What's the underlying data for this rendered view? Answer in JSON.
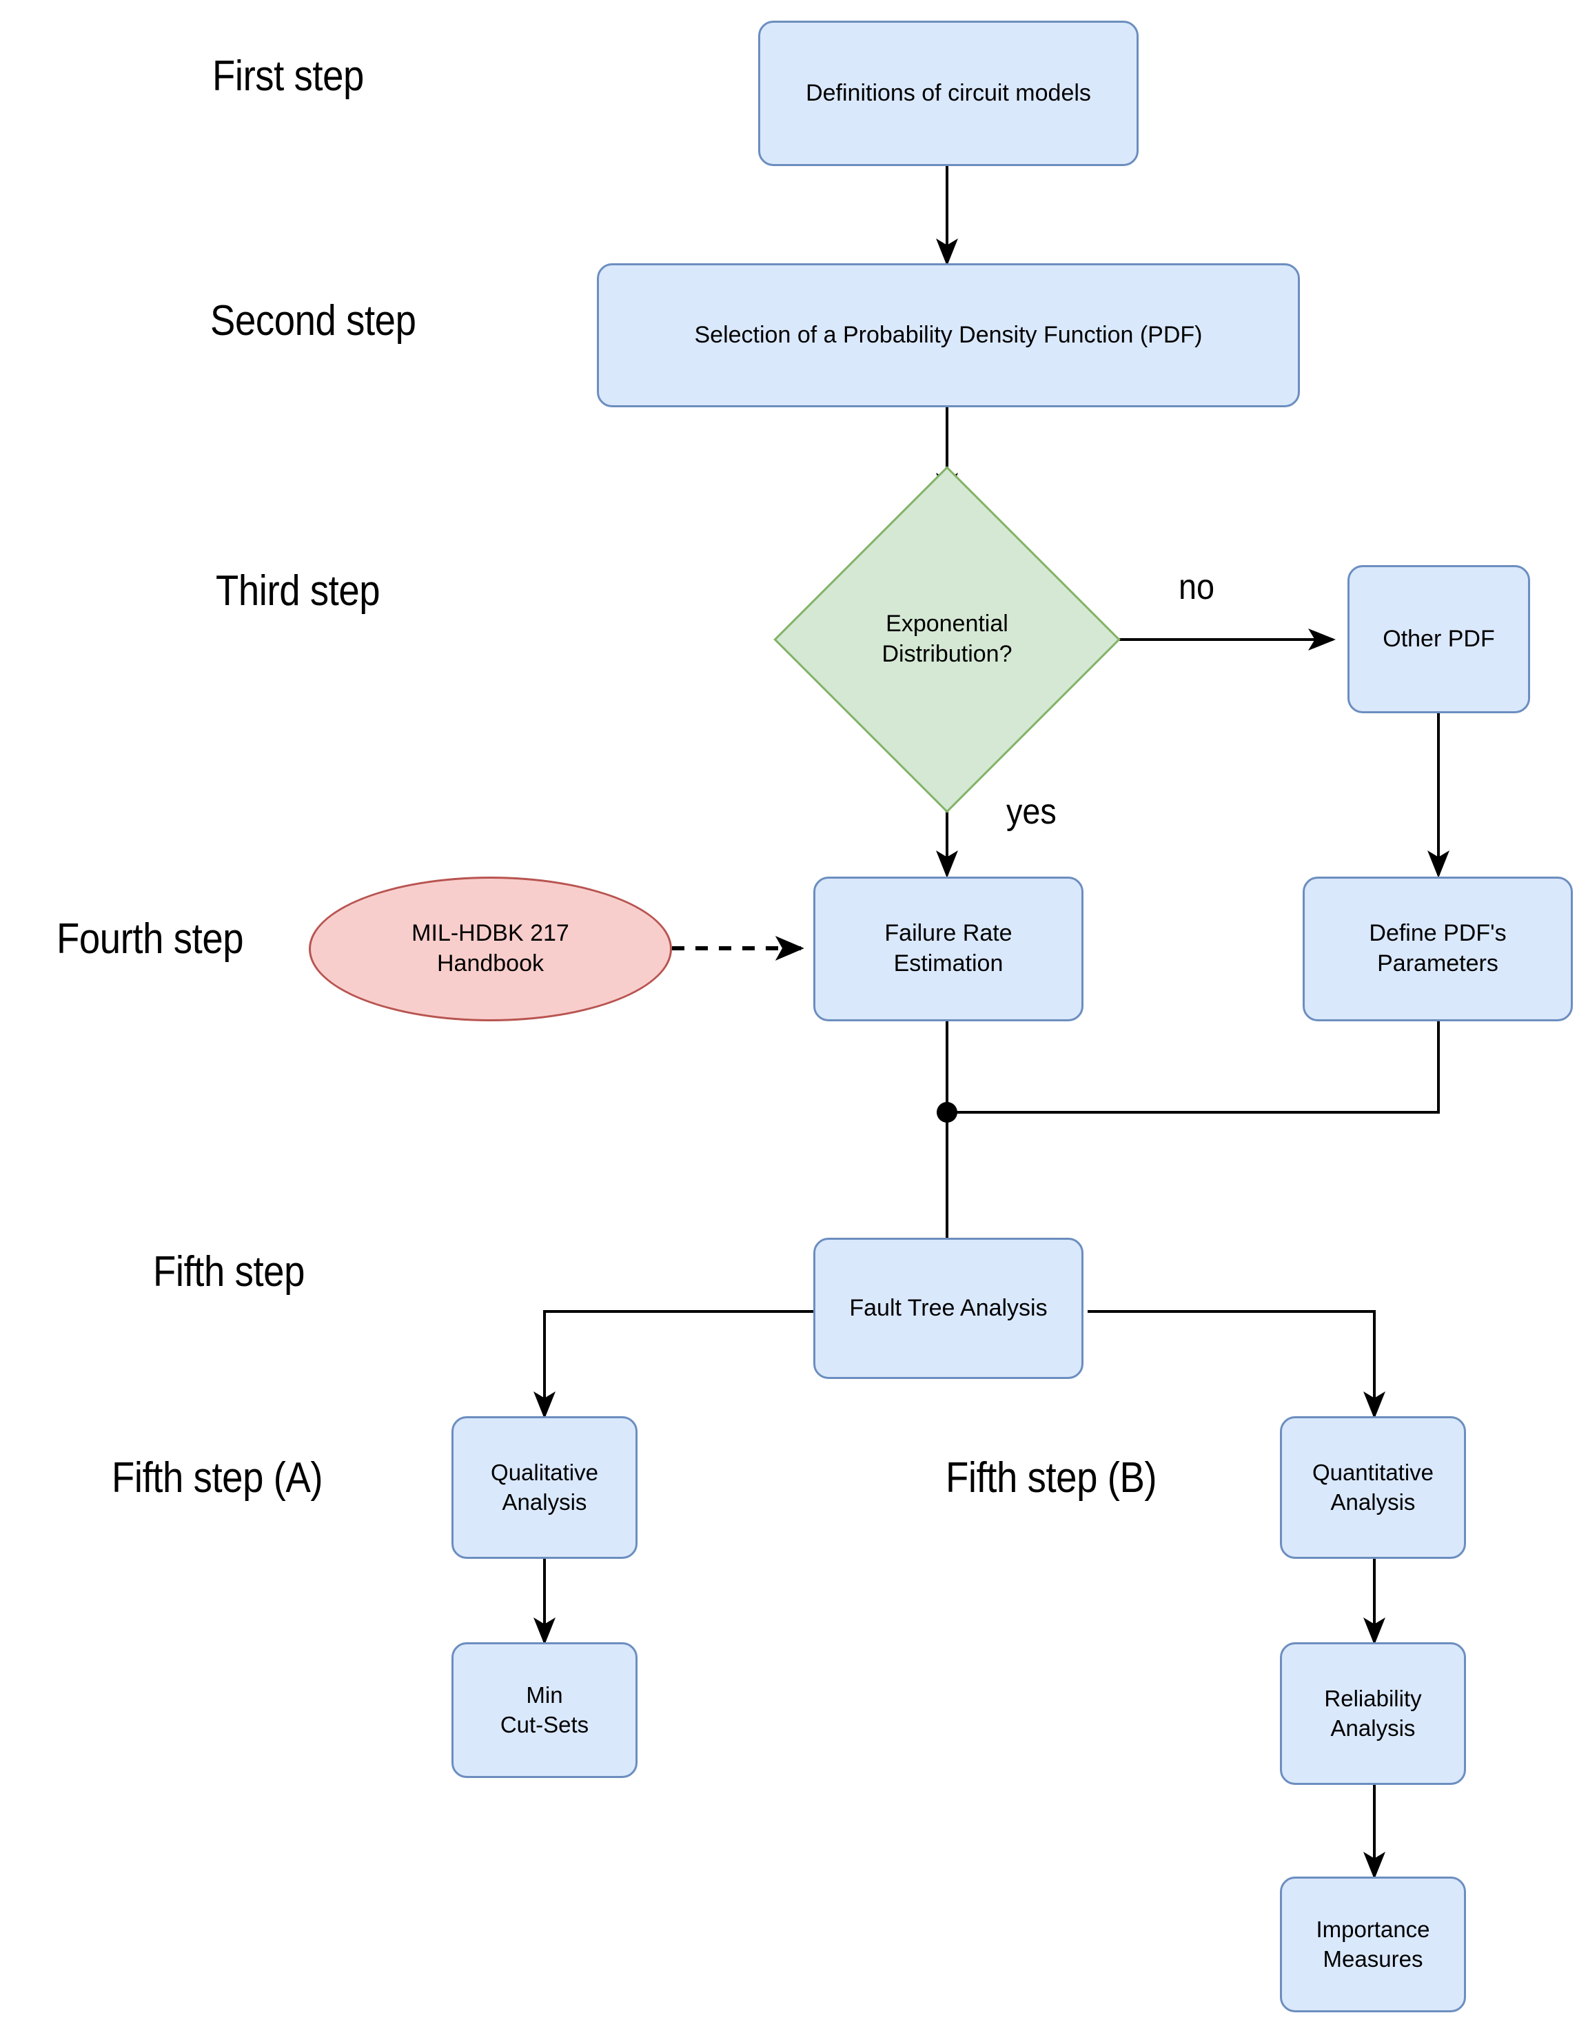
{
  "diagram": {
    "title": "Reliability / Fault Tree Analysis Methodology Flowchart",
    "background_color": "#ffffff",
    "colors": {
      "process_fill": "#dae8fc",
      "process_stroke": "#6c8ebf",
      "decision_fill": "#d5e8d4",
      "decision_stroke": "#82b366",
      "terminal_fill": "#f8cecc",
      "terminal_stroke": "#b85450",
      "edge_stroke": "#000000",
      "text": "#000000"
    }
  },
  "step_labels": [
    {
      "id": "first",
      "text": "First step"
    },
    {
      "id": "second",
      "text": "Second step"
    },
    {
      "id": "third",
      "text": "Third step"
    },
    {
      "id": "fourth",
      "text": "Fourth step"
    },
    {
      "id": "fifth",
      "text": "Fifth step"
    },
    {
      "id": "fifth_a",
      "text": "Fifth step (A)"
    },
    {
      "id": "fifth_b",
      "text": "Fifth step (B)"
    }
  ],
  "nodes": [
    {
      "id": "definitions",
      "text": "Definitions of circuit models",
      "shape": "process"
    },
    {
      "id": "pdf_selection",
      "text": "Selection of a Probability Density Function (PDF)",
      "shape": "process"
    },
    {
      "id": "exp_decision",
      "text": "Exponential\nDistribution?",
      "shape": "decision"
    },
    {
      "id": "other_pdf",
      "text": "Other PDF",
      "shape": "process"
    },
    {
      "id": "mil_hdbk",
      "text": "MIL-HDBK 217\nHandbook",
      "shape": "terminal"
    },
    {
      "id": "failure_rate",
      "text": "Failure Rate\nEstimation",
      "shape": "process"
    },
    {
      "id": "define_params",
      "text": "Define PDF's\nParameters",
      "shape": "process"
    },
    {
      "id": "fault_tree",
      "text": "Fault Tree Analysis",
      "shape": "process"
    },
    {
      "id": "qualitative",
      "text": "Qualitative\nAnalysis",
      "shape": "process"
    },
    {
      "id": "quantitative",
      "text": "Quantitative\nAnalysis",
      "shape": "process"
    },
    {
      "id": "min_cut_sets",
      "text": "Min\nCut-Sets",
      "shape": "process"
    },
    {
      "id": "reliability",
      "text": "Reliability\nAnalysis",
      "shape": "process"
    },
    {
      "id": "importance",
      "text": "Importance\nMeasures",
      "shape": "process"
    }
  ],
  "edge_labels": [
    {
      "id": "no",
      "text": "no"
    },
    {
      "id": "yes",
      "text": "yes"
    }
  ],
  "edges": [
    {
      "from": "definitions",
      "to": "pdf_selection",
      "style": "solid",
      "label": ""
    },
    {
      "from": "pdf_selection",
      "to": "exp_decision",
      "style": "solid",
      "label": ""
    },
    {
      "from": "exp_decision",
      "to": "other_pdf",
      "style": "solid",
      "label": "no"
    },
    {
      "from": "exp_decision",
      "to": "failure_rate",
      "style": "solid",
      "label": "yes"
    },
    {
      "from": "mil_hdbk",
      "to": "failure_rate",
      "style": "dashed",
      "label": ""
    },
    {
      "from": "other_pdf",
      "to": "define_params",
      "style": "solid",
      "label": ""
    },
    {
      "from": "failure_rate",
      "to": "fault_tree",
      "style": "solid",
      "label": ""
    },
    {
      "from": "define_params",
      "to": "fault_tree",
      "style": "solid",
      "label": ""
    },
    {
      "from": "fault_tree",
      "to": "qualitative",
      "style": "solid",
      "label": ""
    },
    {
      "from": "fault_tree",
      "to": "quantitative",
      "style": "solid",
      "label": ""
    },
    {
      "from": "qualitative",
      "to": "min_cut_sets",
      "style": "solid",
      "label": ""
    },
    {
      "from": "quantitative",
      "to": "reliability",
      "style": "solid",
      "label": ""
    },
    {
      "from": "reliability",
      "to": "importance",
      "style": "solid",
      "label": ""
    }
  ]
}
